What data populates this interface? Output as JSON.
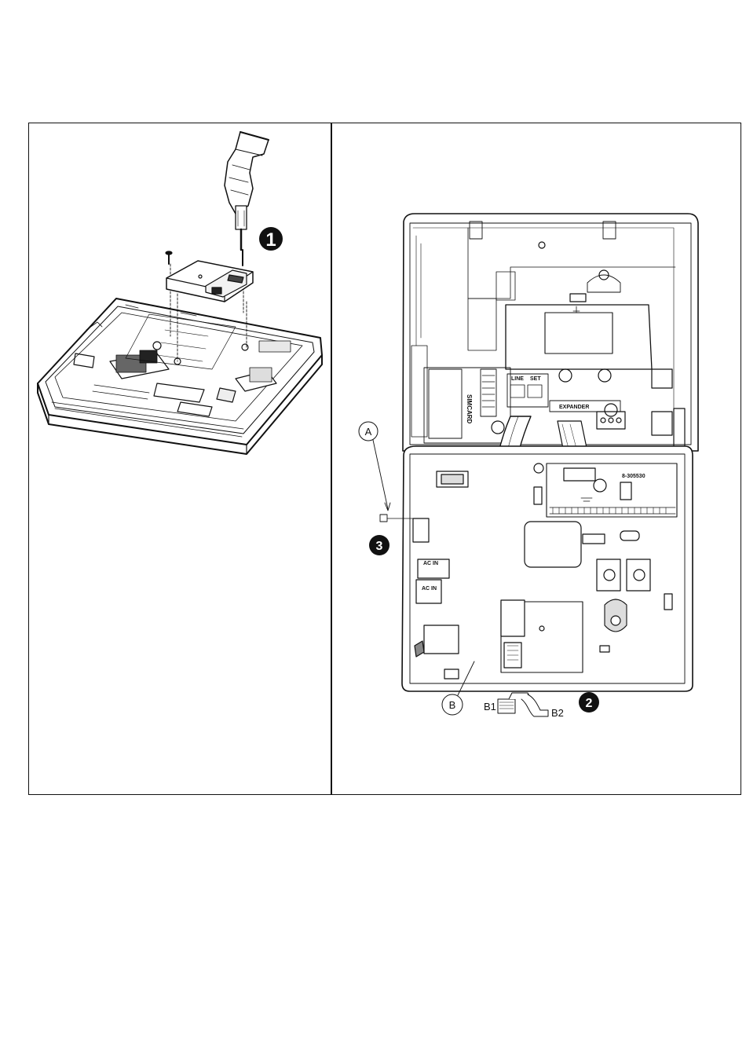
{
  "left_panel": {
    "step_badge": "1"
  },
  "right_panel": {
    "board_labels": {
      "line": "LINE",
      "set": "SET",
      "simcard": "SIMCARD",
      "expander": "EXPANDER",
      "part_number": "8-305530",
      "ac_in_upper": "AC IN",
      "ac_in_lower": "AC IN"
    },
    "callouts": {
      "a": "A",
      "b": "B",
      "b1": "B1",
      "b2": "B2"
    },
    "step_badges": {
      "two": "2",
      "three": "3"
    }
  }
}
